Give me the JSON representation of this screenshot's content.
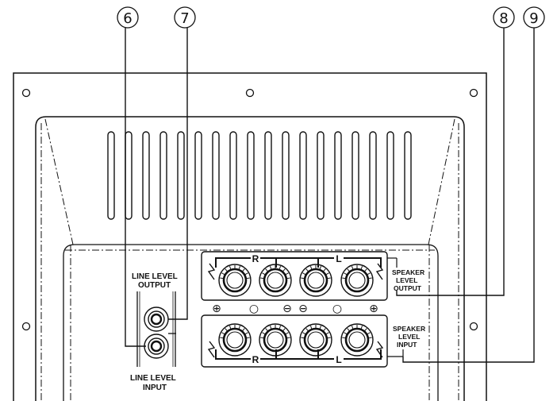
{
  "callouts": [
    "6",
    "7",
    "8",
    "9"
  ],
  "line_level_output": [
    "LINE  LEVEL",
    "OUTPUT"
  ],
  "line_level_input": [
    "LINE  LEVEL",
    "INPUT"
  ],
  "speaker_level_output": [
    "SPEAKER",
    "LEVEL",
    "OUTPUT"
  ],
  "speaker_level_input": [
    "SPEAKER",
    "LEVEL",
    "INPUT"
  ],
  "channel_r": "R",
  "channel_l": "L",
  "polarity_plus": "⊕",
  "polarity_minus": "⊖",
  "polarity_neutral": "○"
}
